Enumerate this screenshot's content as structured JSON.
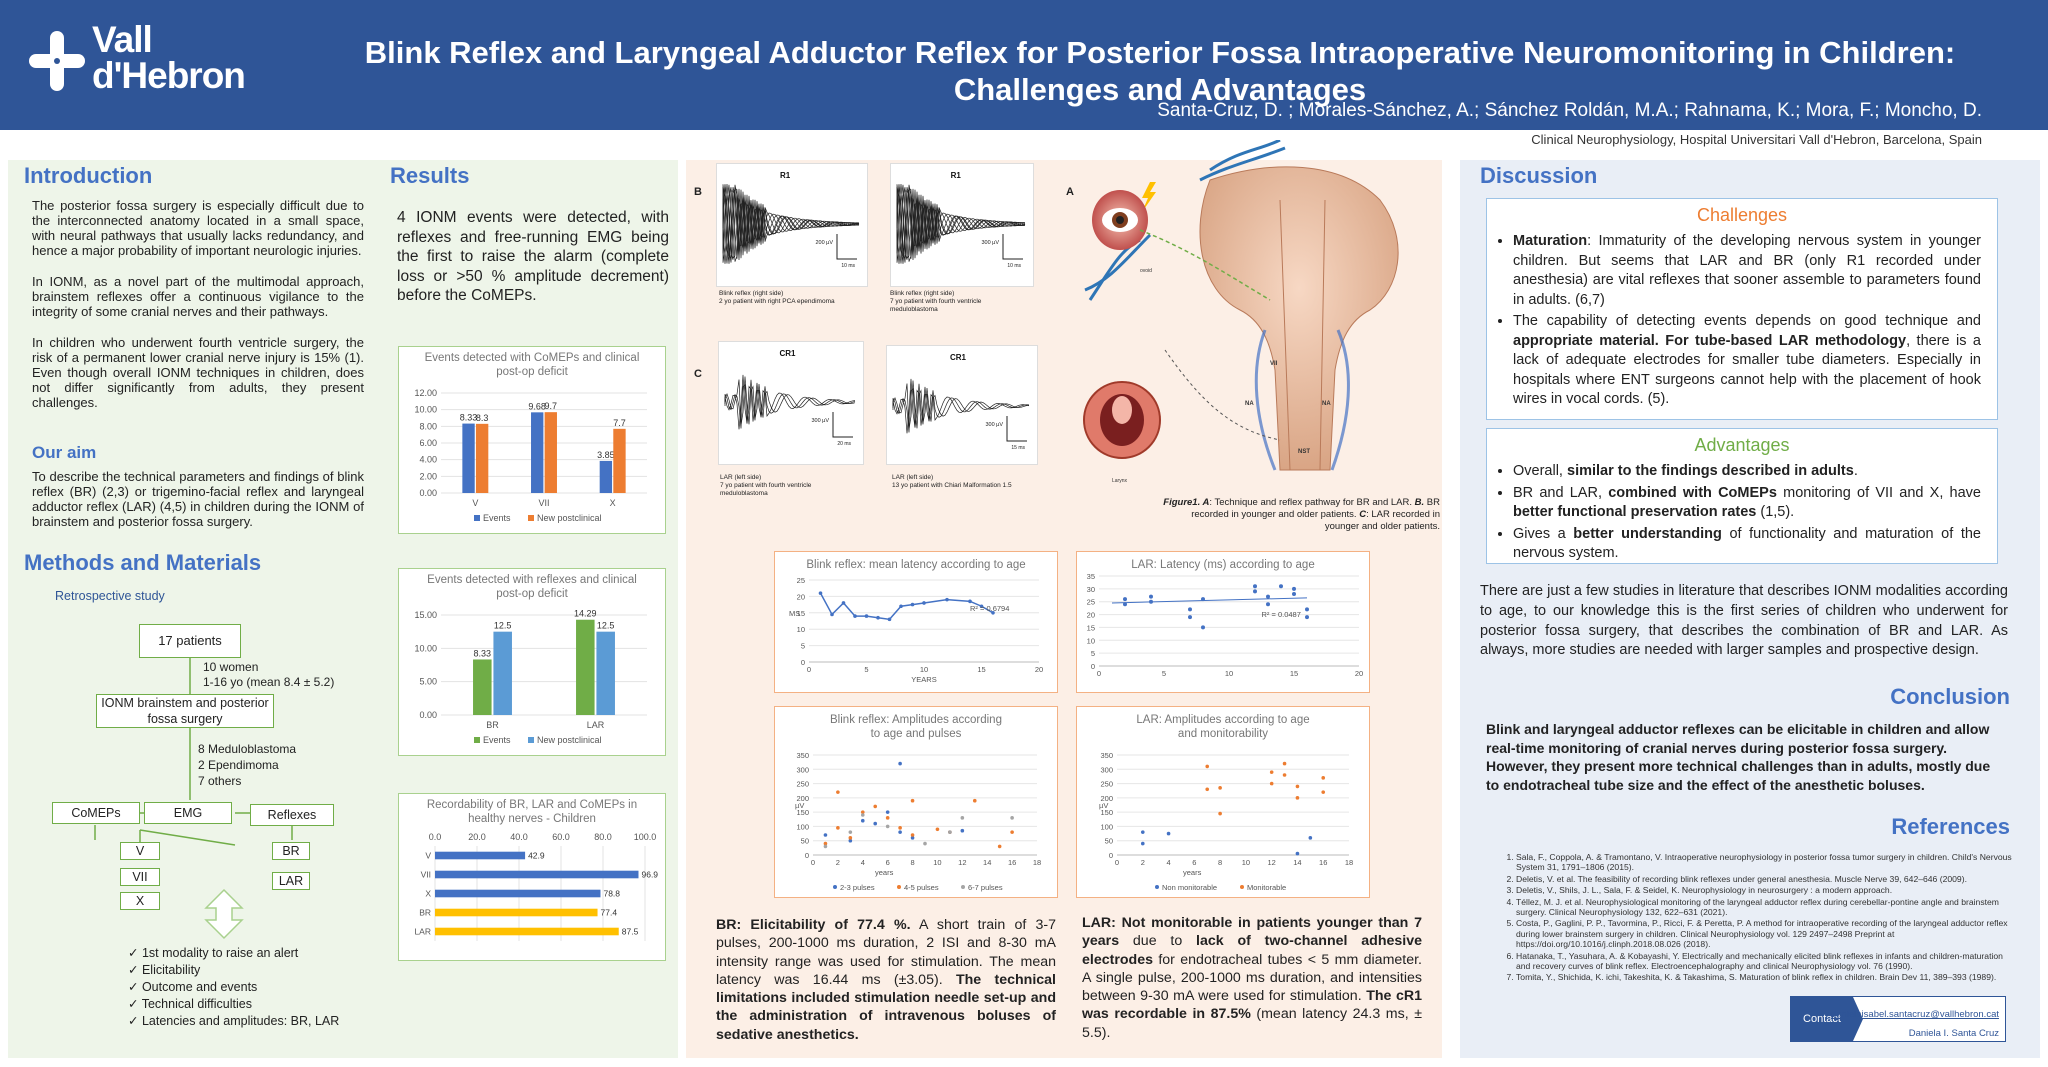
{
  "header": {
    "logo_line1": "Vall",
    "logo_line2": "d'Hebron",
    "title": "Blink Reflex and Laryngeal Adductor Reflex for Posterior Fossa Intraoperative Neuromonitoring in Children: Challenges and Advantages",
    "authors": "Santa-Cruz, D. ; Morales-Sánchez, A.; Sánchez Roldán, M.A.; Rahnama, K.; Mora, F.; Moncho, D.",
    "affiliation": "Clinical Neurophysiology, Hospital Universitari Vall d'Hebron, Barcelona, Spain"
  },
  "intro": {
    "heading": "Introduction",
    "p1": "The posterior fossa surgery is especially difficult  due to the interconnected anatomy located in a small space, with neural pathways that usually lacks redundancy, and hence a major probability of important neurologic injuries.",
    "p2": "In IONM, as a novel part of the multimodal approach, brainstem reflexes offer a continuous vigilance to the integrity of some cranial nerves and their pathways.",
    "p3": "In children who underwent fourth ventricle surgery,  the risk of a permanent lower cranial nerve injury is 15% (1). Even though overall IONM techniques in children, does not  differ  significantly  from  adults,  they  present challenges.",
    "aim_heading": "Our aim",
    "aim": "To describe the technical parameters and findings of blink reflex (BR) (2,3) or trigemino-facial reflex and laryngeal adductor reflex (LAR) (4,5) in children during the IONM of brainstem and posterior fossa surgery."
  },
  "methods": {
    "heading": "Methods and Materials",
    "retro": "Retrospective study",
    "patients": "17 patients",
    "demo1": "10 women",
    "demo2": "1-16 yo (mean 8.4 ± 5.2)",
    "ionm": "IONM brainstem and posterior fossa surgery",
    "dx1": "8 Meduloblastoma",
    "dx2": "2 Ependimoma",
    "dx3": "7 others",
    "comeps": "CoMEPs",
    "emg": "EMG",
    "reflexes": "Reflexes",
    "v": "V",
    "vii": "VII",
    "x": "X",
    "br": "BR",
    "lar": "LAR",
    "checks": [
      "1st modality to raise an alert",
      "Elicitability",
      "Outcome and events",
      "Technical difficulties",
      "Latencies and amplitudes: BR, LAR"
    ]
  },
  "results": {
    "heading": "Results",
    "text": "4 IONM events were detected, with reflexes and free-running EMG being the first to raise the alarm (complete loss or >50 % amplitude decrement) before the CoMEPs."
  },
  "chart_data": [
    {
      "type": "bar",
      "title": "Events detected with CoMEPs and clinical post-op deficit",
      "categories": [
        "V",
        "VII",
        "X"
      ],
      "series": [
        {
          "name": "Events",
          "values": [
            8.33,
            9.68,
            3.85
          ],
          "color": "#4472c4"
        },
        {
          "name": "New postclinical",
          "values": [
            8.3,
            9.7,
            7.7
          ],
          "color": "#ed7d31"
        }
      ],
      "ylim": [
        0,
        12
      ],
      "yticks": [
        "0.00",
        "2.00",
        "4.00",
        "6.00",
        "8.00",
        "10.00",
        "12.00"
      ],
      "labels": [
        [
          "8.33",
          "9.68",
          "3.85"
        ],
        [
          "8.3",
          "9.7",
          "7.7"
        ]
      ]
    },
    {
      "type": "bar",
      "title": "Events detected with reflexes and clinical post-op deficit",
      "categories": [
        "BR",
        "LAR"
      ],
      "series": [
        {
          "name": "Events",
          "values": [
            8.33,
            14.29
          ],
          "color": "#70ad47"
        },
        {
          "name": "New postclinical",
          "values": [
            12.5,
            12.5
          ],
          "color": "#5b9bd5"
        }
      ],
      "ylim": [
        0,
        15
      ],
      "yticks": [
        "0.00",
        "5.00",
        "10.00",
        "15.00"
      ],
      "labels": [
        [
          "8.33",
          "14.29"
        ],
        [
          "12.5",
          "12.5"
        ]
      ]
    },
    {
      "type": "bar",
      "orientation": "horizontal",
      "title": "Recordability of BR, LAR and CoMEPs in healthy nerves - Children",
      "categories": [
        "V",
        "VII",
        "X",
        "BR",
        "LAR"
      ],
      "values": [
        42.9,
        96.9,
        78.8,
        77.4,
        87.5
      ],
      "colors": [
        "#4472c4",
        "#4472c4",
        "#4472c4",
        "#ffc000",
        "#ffc000"
      ],
      "xlim": [
        0,
        100
      ],
      "xticks": [
        "0.0",
        "20.0",
        "40.0",
        "60.0",
        "80.0",
        "100.0"
      ],
      "labels": [
        "42.9",
        "96.9",
        "78.8",
        "77.4",
        "87.5"
      ]
    },
    {
      "type": "line",
      "title": "Blink reflex: mean latency according to age",
      "xlabel": "YEARS",
      "ylabel": "MS",
      "xlim": [
        0,
        20
      ],
      "ylim": [
        0,
        25
      ],
      "x": [
        1,
        2,
        3,
        4,
        5,
        6,
        7,
        8,
        9,
        10,
        12,
        14,
        15,
        16
      ],
      "y": [
        21,
        14.5,
        18,
        14,
        14,
        13.5,
        13,
        17,
        17.5,
        18,
        19,
        18.5,
        17,
        15
      ],
      "r2": "R² = 0.6794",
      "xticks": [
        "0",
        "5",
        "10",
        "15",
        "20"
      ],
      "yticks": [
        "0",
        "5",
        "10",
        "15",
        "20",
        "25"
      ]
    },
    {
      "type": "scatter",
      "title": "LAR: Latency (ms) according to age",
      "xlim": [
        0,
        20
      ],
      "ylim": [
        0,
        35
      ],
      "x": [
        2,
        2,
        4,
        4,
        7,
        7,
        8,
        8,
        12,
        12,
        13,
        13,
        14,
        15,
        15,
        16,
        16
      ],
      "y": [
        26,
        24,
        27,
        25,
        22,
        19,
        26,
        15,
        31,
        29,
        27,
        24,
        31,
        30,
        28,
        22,
        19
      ],
      "r2": "R² = 0.0487",
      "xticks": [
        "0",
        "5",
        "10",
        "15",
        "20"
      ],
      "yticks": [
        "0",
        "5",
        "10",
        "15",
        "20",
        "25",
        "30",
        "35"
      ]
    },
    {
      "type": "scatter",
      "title": "Blink reflex: Amplitudes according to age and pulses",
      "ylabel": "µV",
      "xlabel": "years",
      "xlim": [
        0,
        18
      ],
      "ylim": [
        0,
        350
      ],
      "series": [
        {
          "name": "2-3 pulses",
          "color": "#4472c4",
          "x": [
            1,
            3,
            4,
            5,
            6,
            7,
            7,
            8,
            11,
            12
          ],
          "y": [
            70,
            50,
            120,
            110,
            150,
            320,
            80,
            60,
            80,
            85
          ]
        },
        {
          "name": "4-5 pulses",
          "color": "#ed7d31",
          "x": [
            1,
            2,
            2,
            3,
            4,
            5,
            6,
            7,
            8,
            8,
            10,
            11,
            13,
            15,
            16
          ],
          "y": [
            40,
            220,
            95,
            60,
            150,
            170,
            130,
            95,
            190,
            70,
            90,
            80,
            190,
            30,
            80
          ]
        },
        {
          "name": "6-7 pulses",
          "color": "#a5a5a5",
          "x": [
            1,
            3,
            4,
            6,
            9,
            11,
            12,
            16
          ],
          "y": [
            30,
            80,
            140,
            100,
            40,
            80,
            130,
            130
          ]
        }
      ],
      "xticks": [
        "0",
        "2",
        "4",
        "6",
        "8",
        "10",
        "12",
        "14",
        "16",
        "18"
      ],
      "yticks": [
        "0",
        "50",
        "100",
        "150",
        "200",
        "250",
        "300",
        "350"
      ]
    },
    {
      "type": "scatter",
      "title": "LAR: Amplitudes according to age and monitorability",
      "ylabel": "µV",
      "xlabel": "years",
      "xlim": [
        0,
        18
      ],
      "ylim": [
        0,
        350
      ],
      "series": [
        {
          "name": "Non monitorable",
          "color": "#4472c4",
          "x": [
            2,
            2,
            4,
            14,
            15
          ],
          "y": [
            80,
            40,
            75,
            5,
            60
          ]
        },
        {
          "name": "Monitorable",
          "color": "#ed7d31",
          "x": [
            7,
            7,
            8,
            8,
            12,
            12,
            13,
            13,
            14,
            14,
            16,
            16
          ],
          "y": [
            310,
            230,
            235,
            145,
            290,
            250,
            320,
            280,
            240,
            200,
            270,
            220
          ]
        }
      ],
      "xticks": [
        "0",
        "2",
        "4",
        "6",
        "8",
        "10",
        "12",
        "14",
        "16",
        "18"
      ],
      "yticks": [
        "0",
        "50",
        "100",
        "150",
        "200",
        "250",
        "300",
        "350"
      ]
    }
  ],
  "figure": {
    "label_b": "B",
    "label_c": "C",
    "label_a": "A",
    "r1": "R1",
    "cr1": "CR1",
    "cap1": "Blink reflex (right side)",
    "cap1b": "2 yo patient with right PCA ependimoma",
    "cap2": "Blink reflex (right side)",
    "cap2b": "7 yo patient with fourth ventricle meduloblastoma",
    "cap3": "LAR (left side)",
    "cap3b": "7 yo patient with fourth ventricle meduloblastoma",
    "cap4": "LAR (left side)",
    "cap4b": "13 yo patient with Chiari Malformation 1.5",
    "scale1": "200 µV",
    "scale2": "300 µV",
    "scale3": "300 µV",
    "scale4": "300 µV",
    "time1": "10 ms",
    "time2": "10 ms",
    "time3": "20 ms",
    "time4": "15 ms",
    "na1": "NA",
    "na2": "NA",
    "nst": "NST",
    "vii": "VII",
    "larynx": "Larynx",
    "ovoid": "ovoid",
    "caption_a": "Figure1. A",
    "caption_a2": ": Technique and reflex pathway for BR and LAR.",
    "caption_b": "B.",
    "caption_b2": " BR recorded in younger and older patients. ",
    "caption_c": "C",
    "caption_c2": ": LAR recorded in younger and older patients."
  },
  "br_result": {
    "bold1": "BR: Elicitability of 77.4 %.",
    "text1": " A short train of 3-7 pulses, 200-1000 ms duration, 2 ISI and 8-30 mA intensity range was used for stimulation. The mean latency was 16.44 ms (±3.05). ",
    "bold2": "The technical limitations included stimulation needle set-up and the administration of intravenous boluses of sedative anesthetics."
  },
  "lar_result": {
    "bold1": "LAR: Not monitorable in patients younger than 7 years",
    "text1": " due to ",
    "bold2": "lack of two-channel adhesive electrodes",
    "text2": " for endotracheal tubes < 5 mm diameter. A single pulse, 200-1000 ms duration, and intensities between 9-30 mA were used for stimulation. ",
    "bold3": "The cR1 was recordable in 87.5%",
    "text3": " (mean latency 24.3 ms, ± 5.5)."
  },
  "discussion": {
    "heading": "Discussion",
    "challenges_title": "Challenges",
    "ch1_b": "Maturation",
    "ch1": ": Immaturity of the developing nervous system in younger children. But seems that LAR and BR (only R1 recorded under anesthesia) are vital reflexes that sooner assemble to parameters found in adults. (6,7)",
    "ch2a": "The capability of detecting events depends on good technique and ",
    "ch2_b": "appropriate material. For tube-based LAR methodology",
    "ch2": ", there is a lack of adequate electrodes for smaller tube diameters. Especially in hospitals where ENT surgeons cannot help with the placement of hook wires in vocal cords. (5).",
    "advantages_title": "Advantages",
    "ad1a": "Overall, ",
    "ad1_b": "similar to the findings described in adults",
    "ad1": ".",
    "ad2a": "BR and LAR, ",
    "ad2_b": "combined with CoMEPs",
    "ad2": " monitoring of VII and X, have ",
    "ad2_b2": "better functional preservation rates",
    "ad2c": " (1,5).",
    "ad3a": "Gives a ",
    "ad3_b": "better understanding",
    "ad3": " of functionality and maturation of the nervous system.",
    "para": "There are just a few studies in literature that describes IONM modalities according to age, to our knowledge this is the first series of children who underwent for posterior fossa surgery, that describes the combination of BR and LAR. As always, more studies are needed with larger samples and prospective design."
  },
  "conclusion": {
    "heading": "Conclusion",
    "text": "Blink and laryngeal adductor reflexes can be elicitable in children and allow real-time monitoring of cranial nerves during posterior fossa surgery. However, they present more technical challenges than in adults, mostly due to endotracheal tube size and the effect of the anesthetic boluses."
  },
  "references": {
    "heading": "References",
    "items": [
      "Sala, F., Coppola, A. & Tramontano, V. Intraoperative neurophysiology in posterior fossa tumor surgery in children. Child's Nervous System 31, 1791–1806 (2015).",
      "Deletis, V. et al. The feasibility of recording blink reflexes under general anesthesia. Muscle Nerve 39, 642–646 (2009).",
      "Deletis, V., Shils, J. L., Sala, F. & Seidel, K. Neurophysiology in neurosurgery : a modern approach.",
      "Téllez, M. J. et al. Neurophysiological monitoring of the laryngeal adductor reflex during cerebellar-pontine angle and brainstem surgery. Clinical Neurophysiology 132, 622–631 (2021).",
      "Costa, P., Gaglini, P. P., Tavormina, P., Ricci, F. & Peretta, P. A method for intraoperative recording of the laryngeal adductor reflex during lower brainstem surgery in children. Clinical Neurophysiology vol. 129 2497–2498 Preprint at https://doi.org/10.1016/j.clinph.2018.08.026 (2018).",
      "Hatanaka, T., Yasuhara, A. & Kobayashi, Y. Electrically and mechanically elicited blink reflexes in infants and children-maturation and recovery curves of blink reflex. Electroencephalography and clinical Neurophysiology vol. 76 (1990).",
      "Tomita, Y., Shichida, K. ichi, Takeshita, K. & Takashima, S. Maturation of blink reflex in children. Brain Dev 11, 389–393 (1989)."
    ]
  },
  "contact": {
    "label": "Contact",
    "email": "danielaisabel.santacruz@vallhebron.cat",
    "name": "Daniela I. Santa Cruz"
  }
}
